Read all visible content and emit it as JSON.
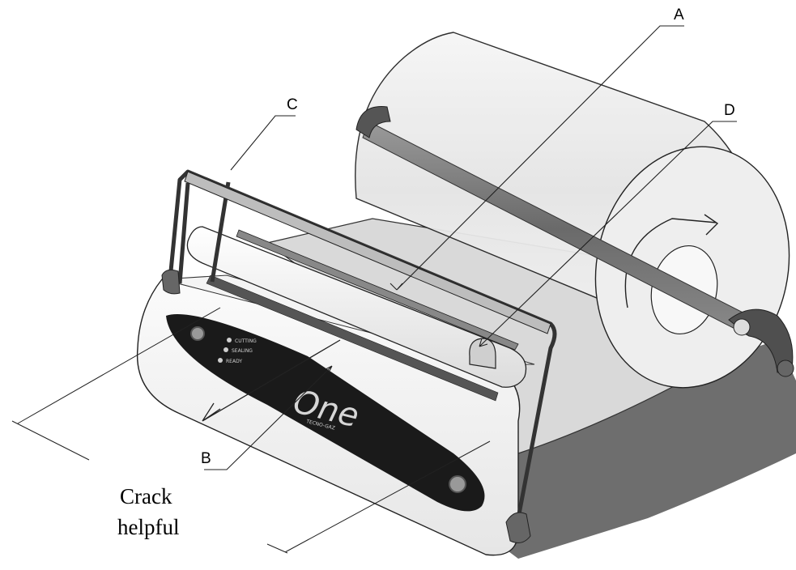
{
  "callouts": {
    "a": "A",
    "b": "B",
    "c": "C",
    "d": "D"
  },
  "caption": {
    "line1": "Crack",
    "line2": "helpful"
  },
  "device": {
    "logo": "One",
    "brand": "TECNO-GAZ",
    "panel": {
      "indicator1": "CUTTING",
      "indicator2": "SEALING",
      "indicator3": "READY"
    }
  },
  "colors": {
    "panel": "#1a1a1a",
    "roll": "#ececec",
    "body": "#f2f2f2",
    "shadow": "#6e6e6e"
  }
}
